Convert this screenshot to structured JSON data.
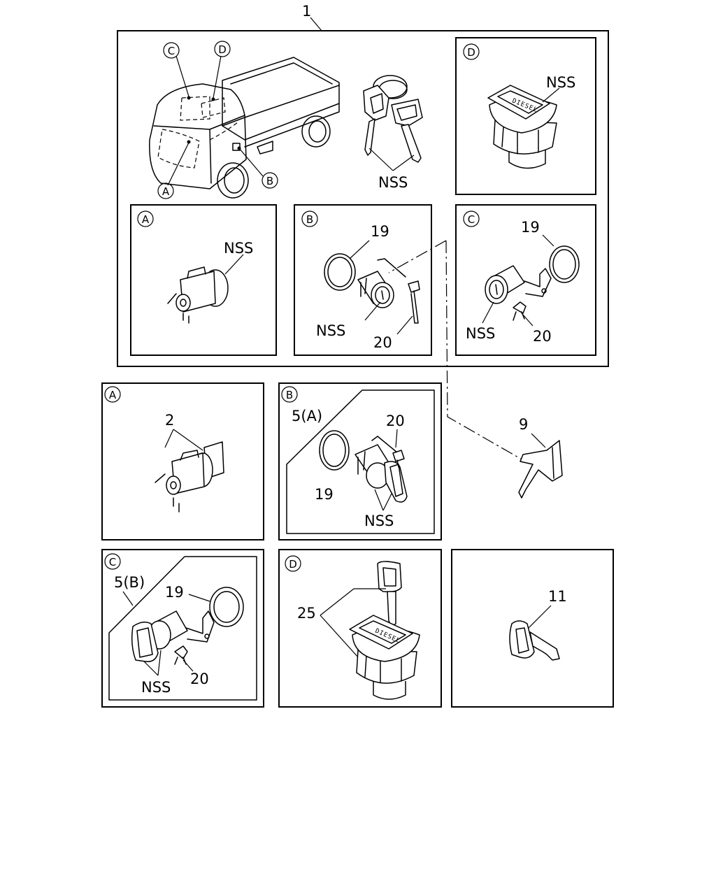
{
  "labels": {
    "assembly": "1",
    "nss": "NSS",
    "p2": "2",
    "p5a": "5(A)",
    "p5b": "5(B)",
    "p9": "9",
    "p11": "11",
    "p19": "19",
    "p20": "20",
    "p25": "25",
    "a": "A",
    "b": "B",
    "c": "C",
    "d": "D",
    "diesel": "DIESEL"
  }
}
